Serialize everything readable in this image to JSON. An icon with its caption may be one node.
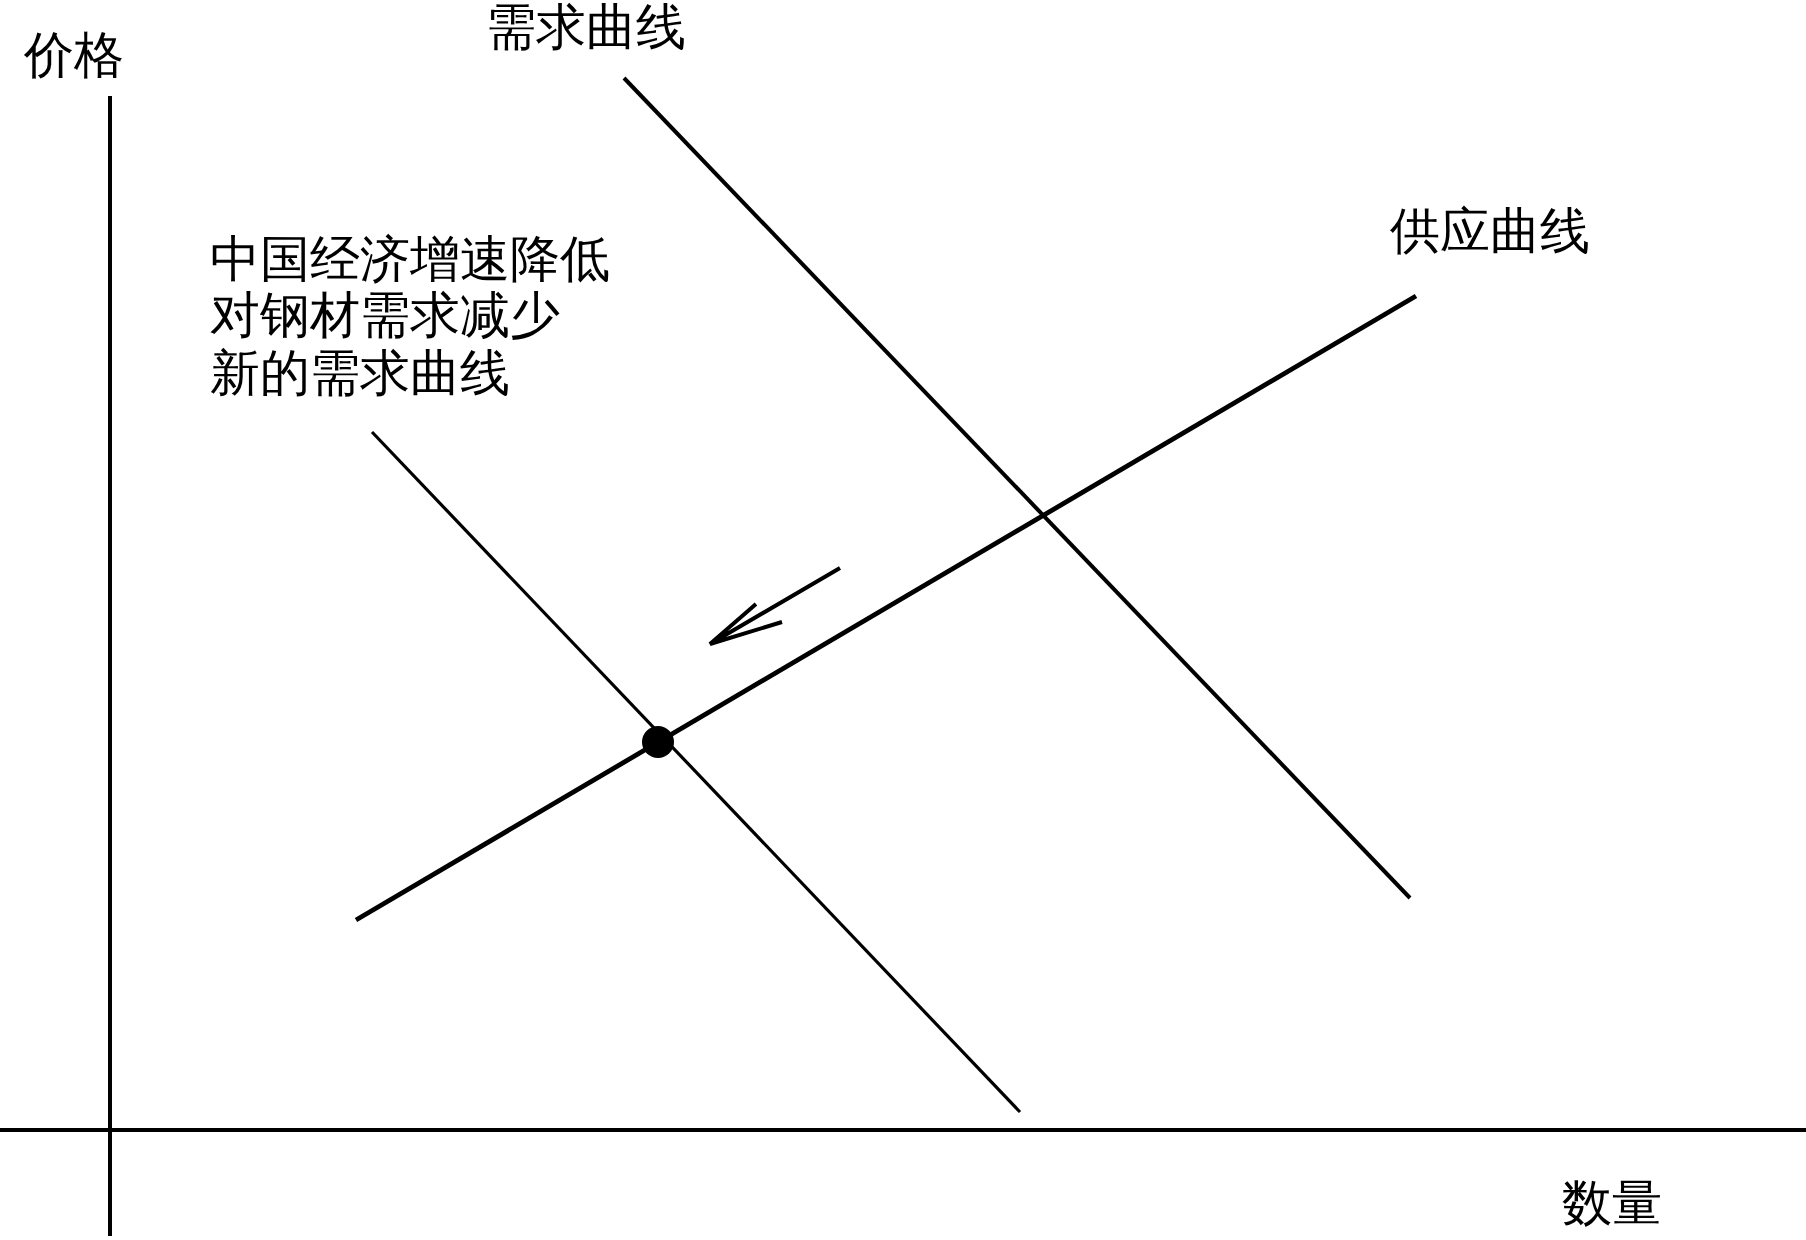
{
  "diagram": {
    "labels": [
      "价格",
      "需求曲线",
      "供应曲线",
      "中国经济增速降低",
      "对钢材需求减少",
      "新的需求曲线",
      "数量"
    ]
  }
}
